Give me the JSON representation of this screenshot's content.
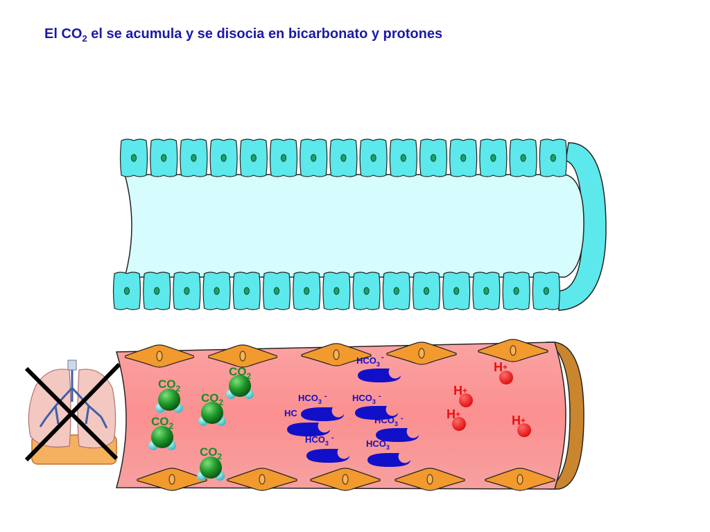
{
  "title": {
    "prefix": "El CO",
    "sub": "2",
    "suffix": " el se acumula y se disocia en bicarbonato y protones"
  },
  "labels": {
    "co2": "CO",
    "co2_sub": "2",
    "hco3": "HCO",
    "hco3_sub": "3",
    "hco3_charge": "-",
    "h": "H",
    "h_charge": "+",
    "truncated_hc": "HC"
  },
  "colors": {
    "title": "#1a1aa6",
    "epithelial_cell": "#5de8ec",
    "alveolus_lumen": "#d6fcfd",
    "vessel": "#fb9a9a",
    "endothelial_cell": "#f29a2e",
    "co2_molecule": "#1f9a2c",
    "bicarbonate": "#1010c8",
    "proton": "#e81010",
    "label_green": "#1d8a25",
    "label_blue": "#1010c8",
    "label_red": "#e81010"
  },
  "icons": [
    "lung-icon",
    "cross-out-icon"
  ]
}
